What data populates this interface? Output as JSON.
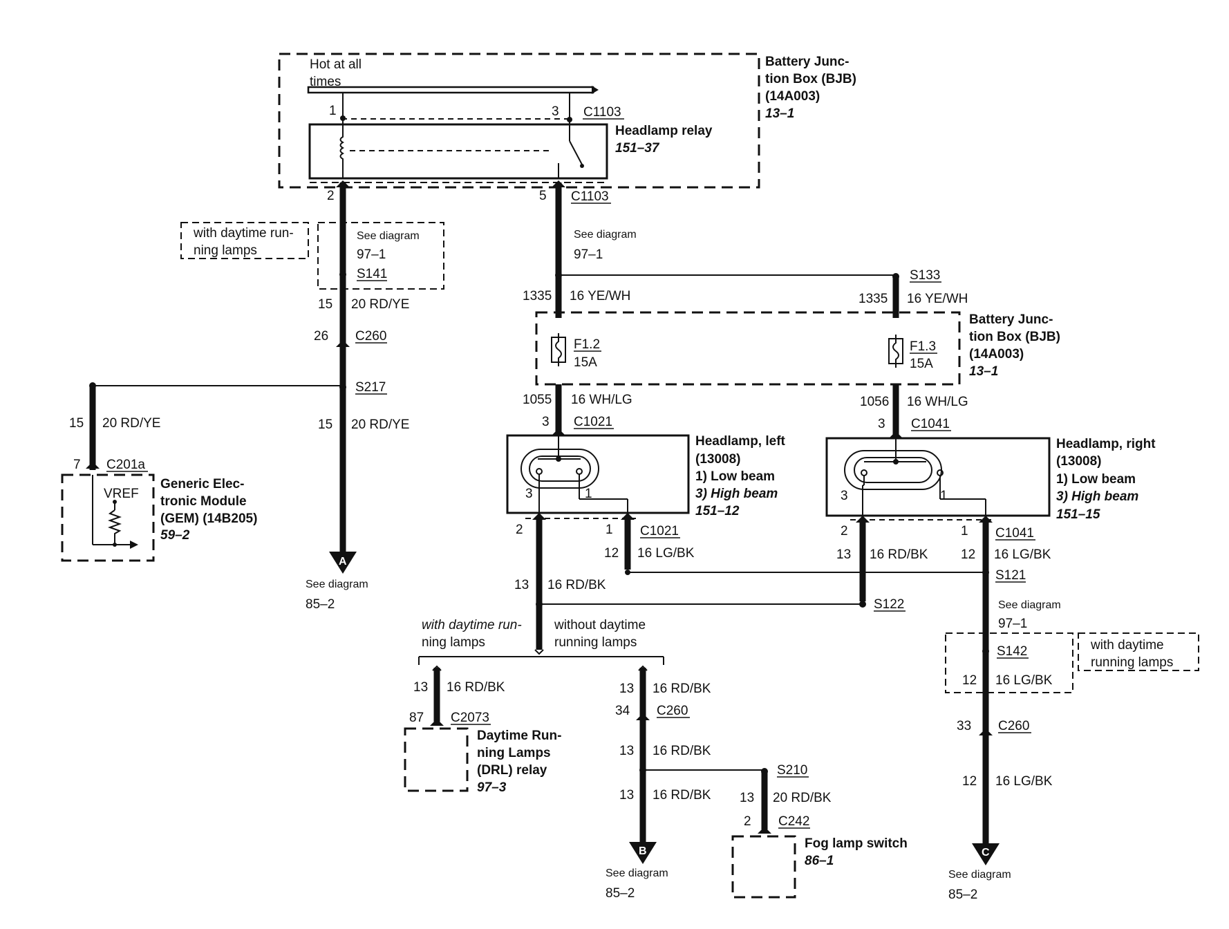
{
  "bjb_top": {
    "hot": [
      "Hot at all",
      "times"
    ],
    "pin1": "1",
    "pin3": "3",
    "conn_top": "C1103",
    "pin2": "2",
    "pin5": "5",
    "conn_bottom": "C1103",
    "name": [
      "Battery Junc-",
      "tion Box (BJB)",
      "(14A003)"
    ],
    "ref": "13–1"
  },
  "relay": {
    "name": "Headlamp relay",
    "ref": "151–37"
  },
  "left_branch": {
    "drl_note": [
      "with daytime run-",
      "ning lamps"
    ],
    "see": "See diagram",
    "see_ref": "97–1",
    "splice": "S141",
    "w1_pin": "15",
    "w1_wire": "20 RD/YE",
    "c260_pin": "26",
    "c260": "C260",
    "s217": "S217",
    "w2_pin": "15",
    "w2_wire": "20 RD/YE",
    "end_letter": "A",
    "end_see": "See diagram",
    "end_ref": "85–2"
  },
  "gem": {
    "pin": "15",
    "wire": "20 RD/YE",
    "c_pin": "7",
    "conn": "C201a",
    "vref": "VREF",
    "name": [
      "Generic Elec-",
      "tronic Module",
      "(GEM) (14B205)"
    ],
    "ref": "59–2"
  },
  "center": {
    "see": "See diagram",
    "see_ref": "97–1",
    "s133": "S133",
    "l_circ": "1335",
    "l_wire": "16 YE/WH",
    "r_circ": "1335",
    "r_wire": "16 YE/WH"
  },
  "bjb_mid": {
    "f1": "F1.2",
    "f1a": "15A",
    "f2": "F1.3",
    "f2a": "15A",
    "name": [
      "Battery Junc-",
      "tion Box (BJB)",
      "(14A003)"
    ],
    "ref": "13–1"
  },
  "hl_left": {
    "circ": "1055",
    "wire": "16 WH/LG",
    "pin": "3",
    "conn": "C1021",
    "name": [
      "Headlamp, left",
      "(13008)"
    ],
    "low": "1)   Low beam",
    "high": "3)   High beam",
    "ref": "151–12",
    "p3": "3",
    "p1": "1",
    "out_l_pin": "2",
    "out_r_pin": "1",
    "out_conn": "C1021",
    "lgbk_circ": "12",
    "lgbk_wire": "16 LG/BK",
    "rdbk_circ": "13",
    "rdbk_wire": "16 RD/BK"
  },
  "hl_right": {
    "circ": "1056",
    "wire": "16 WH/LG",
    "pin": "3",
    "conn": "C1041",
    "name": [
      "Headlamp, right",
      "(13008)"
    ],
    "low": "1)   Low beam",
    "high": "3)   High beam",
    "ref": "151–15",
    "p3": "3",
    "p1": "1",
    "out_l_pin": "2",
    "out_r_pin": "1",
    "out_conn": "C1041",
    "rdbk_circ": "13",
    "rdbk_wire": "16 RD/BK",
    "lgbk_circ": "12",
    "lgbk_wire": "16 LG/BK",
    "s121": "S121",
    "s122": "S122"
  },
  "drl_split": {
    "with": [
      "with daytime run-",
      "ning lamps"
    ],
    "without": [
      "without daytime",
      "running lamps"
    ]
  },
  "drl_relay": {
    "w_circ": "13",
    "w_wire": "16 RD/BK",
    "pin": "87",
    "conn": "C2073",
    "name": [
      "Daytime Run-",
      "ning Lamps",
      "(DRL) relay"
    ],
    "ref": "97–3"
  },
  "center_low": {
    "w1_circ": "13",
    "w1_wire": "16 RD/BK",
    "c260_pin": "34",
    "c260": "C260",
    "w2_circ": "13",
    "w2_wire": "16 RD/BK",
    "w3_circ": "13",
    "w3_wire": "16 RD/BK",
    "end_letter": "B",
    "end_see": "See diagram",
    "end_ref": "85–2"
  },
  "fog": {
    "splice": "S210",
    "w_circ": "13",
    "w_wire": "20 RD/BK",
    "pin": "2",
    "conn": "C242",
    "name": "Fog lamp switch",
    "ref": "86–1"
  },
  "right_low": {
    "see": "See diagram",
    "see_ref": "97–1",
    "s142": "S142",
    "drl_note": [
      "with daytime",
      "running lamps"
    ],
    "w1_circ": "12",
    "w1_wire": "16 LG/BK",
    "c260_pin": "33",
    "c260": "C260",
    "w2_circ": "12",
    "w2_wire": "16 LG/BK",
    "end_letter": "C",
    "end_see": "See diagram",
    "end_ref": "85–2"
  }
}
